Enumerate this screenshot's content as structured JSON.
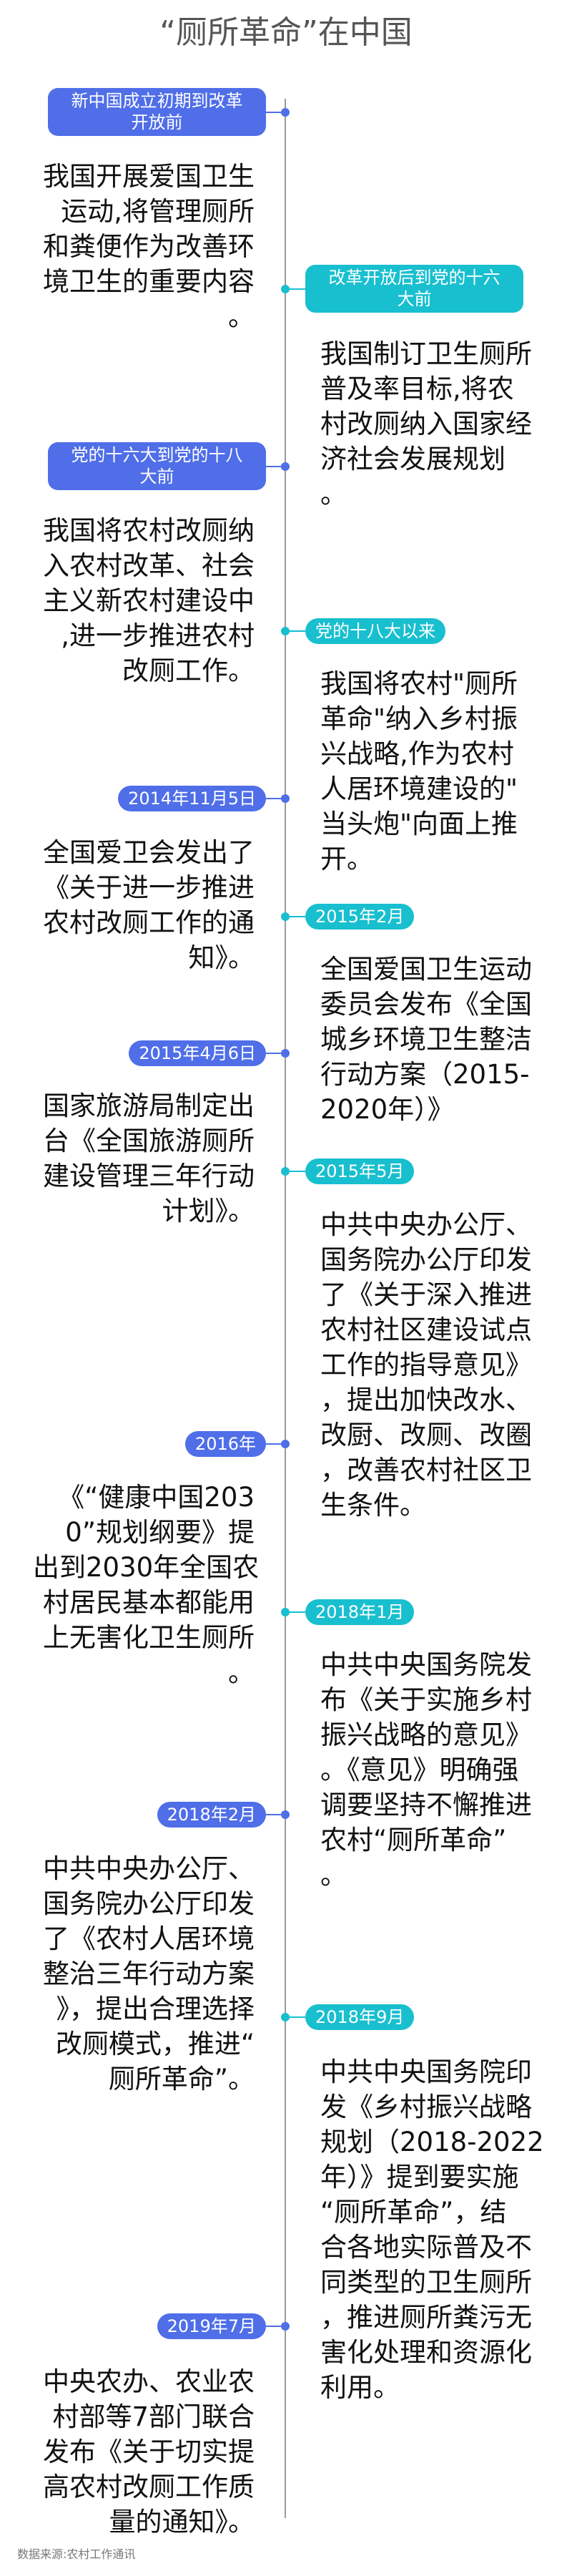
{
  "title": "“厕所革命”在中国",
  "colors": {
    "left_accent": "#4F6EE8",
    "right_accent": "#18BFCF",
    "axis": "#9a9a9a"
  },
  "events": [
    {
      "side": "left",
      "label": "新中国成立初期到改革开放前",
      "lines": [
        "我国开展爱国卫生",
        "运动,将管理厕所",
        "和粪便作为改善环",
        "境卫生的重要内容",
        "。"
      ]
    },
    {
      "side": "right",
      "label": "改革开放后到党的十六大前",
      "lines": [
        "我国制订卫生厕所",
        "普及率目标,将农",
        "村改厕纳入国家经",
        "济社会发展规划",
        "。"
      ]
    },
    {
      "side": "left",
      "label": "党的十六大到党的十八大前",
      "lines": [
        "我国将农村改厕纳",
        "入农村改革、社会",
        "主义新农村建设中",
        ",进一步推进农村",
        "改厕工作。"
      ]
    },
    {
      "side": "right",
      "label": "党的十八大以来",
      "lines": [
        "我国将农村\"厕所",
        "革命\"纳入乡村振",
        "兴战略,作为农村",
        "人居环境建设的\"",
        "当头炮\"向面上推",
        "开。"
      ]
    },
    {
      "side": "left",
      "label": "2014年11月5日",
      "lines": [
        "全国爱卫会发出了",
        "《关于进一步推进",
        "农村改厕工作的通",
        "知》。"
      ]
    },
    {
      "side": "right",
      "label": "2015年2月",
      "lines": [
        "全国爱国卫生运动",
        "委员会发布《全国",
        "城乡环境卫生整洁",
        "行动方案（2015-",
        "2020年）》"
      ]
    },
    {
      "side": "left",
      "label": "2015年4月6日",
      "lines": [
        "国家旅游局制定出",
        "台《全国旅游厕所",
        "建设管理三年行动",
        "计划》。"
      ]
    },
    {
      "side": "right",
      "label": "2015年5月",
      "lines": [
        "中共中央办公厅、",
        "国务院办公厅印发",
        "了《关于深入推进",
        "农村社区建设试点",
        "工作的指导意见》",
        "，提出加快改水、",
        "改厨、改厕、改圈",
        "，改善农村社区卫",
        "生条件。"
      ]
    },
    {
      "side": "left",
      "label": "2016年",
      "lines": [
        "《“健康中国203",
        "0”规划纲要》提",
        "出到2030年全国农",
        "村居民基本都能用",
        "上无害化卫生厕所",
        "。"
      ]
    },
    {
      "side": "right",
      "label": "2018年1月",
      "lines": [
        "中共中央国务院发",
        "布《关于实施乡村",
        "振兴战略的意见》",
        "。《意见》明确强",
        "调要坚持不懈推进",
        "农村“厕所革命”",
        "。"
      ]
    },
    {
      "side": "left",
      "label": "2018年2月",
      "lines": [
        "中共中央办公厅、",
        "国务院办公厅印发",
        "了《农村人居环境",
        "整治三年行动方案",
        "》，提出合理选择",
        "改厕模式，推进“",
        "厕所革命”。"
      ]
    },
    {
      "side": "right",
      "label": "2018年9月",
      "lines": [
        "中共中央国务院印",
        "发《乡村振兴战略",
        "规划（2018-2022",
        "年）》提到要实施",
        "“厕所革命”，结",
        "合各地实际普及不",
        "同类型的卫生厕所",
        "，推进厕所粪污无",
        "害化处理和资源化",
        "利用。"
      ]
    },
    {
      "side": "left",
      "label": "2019年7月",
      "lines": [
        "中央农办、农业农",
        "村部等7部门联合",
        "发布《关于切实提",
        "高农村改厕工作质",
        "量的通知》。"
      ]
    }
  ],
  "footer": "数据来源:农村工作通讯"
}
